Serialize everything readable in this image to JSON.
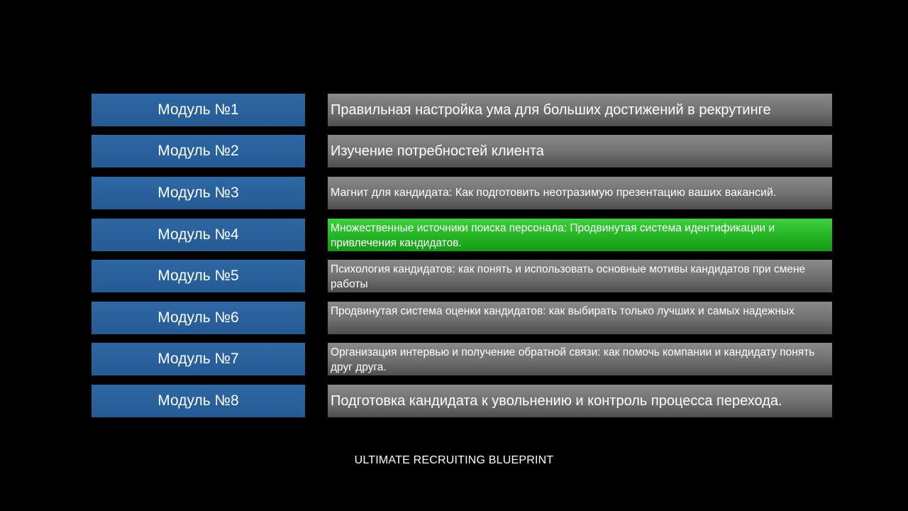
{
  "modules": [
    {
      "label": "Модуль №1",
      "title": "Правильная настройка ума для больших достижений в рекрутинге"
    },
    {
      "label": "Модуль №2",
      "title": "Изучение потребностей клиента"
    },
    {
      "label": "Модуль №3",
      "title": "Магнит для кандидата: Как подготовить неотразимую презентацию ваших вакансий."
    },
    {
      "label": "Модуль №4",
      "title": "Множественные источники поиска персонала: Продвинутая система идентификации и привлечения кандидатов."
    },
    {
      "label": "Модуль №5",
      "title": "Психология кандидатов: как понять и использовать основные мотивы кандидатов при смене работы"
    },
    {
      "label": "Модуль №6",
      "title": "Продвинутая система оценки кандидатов: как выбирать только лучших и самых надежных"
    },
    {
      "label": "Модуль №7",
      "title": "Организация интервью и получение обратной связи: как помочь компании и кандидату понять друг друга."
    },
    {
      "label": "Модуль №8",
      "title": "Подготовка кандидата к увольнению и контроль процесса перехода."
    }
  ],
  "footer": {
    "caption": "ULTIMATE RECRUITING BLUEPRINT"
  },
  "colors": {
    "background": "#000000",
    "module_label": "#2a61a0",
    "module_title": "#6f6f6f",
    "active_title": "#22b122"
  }
}
